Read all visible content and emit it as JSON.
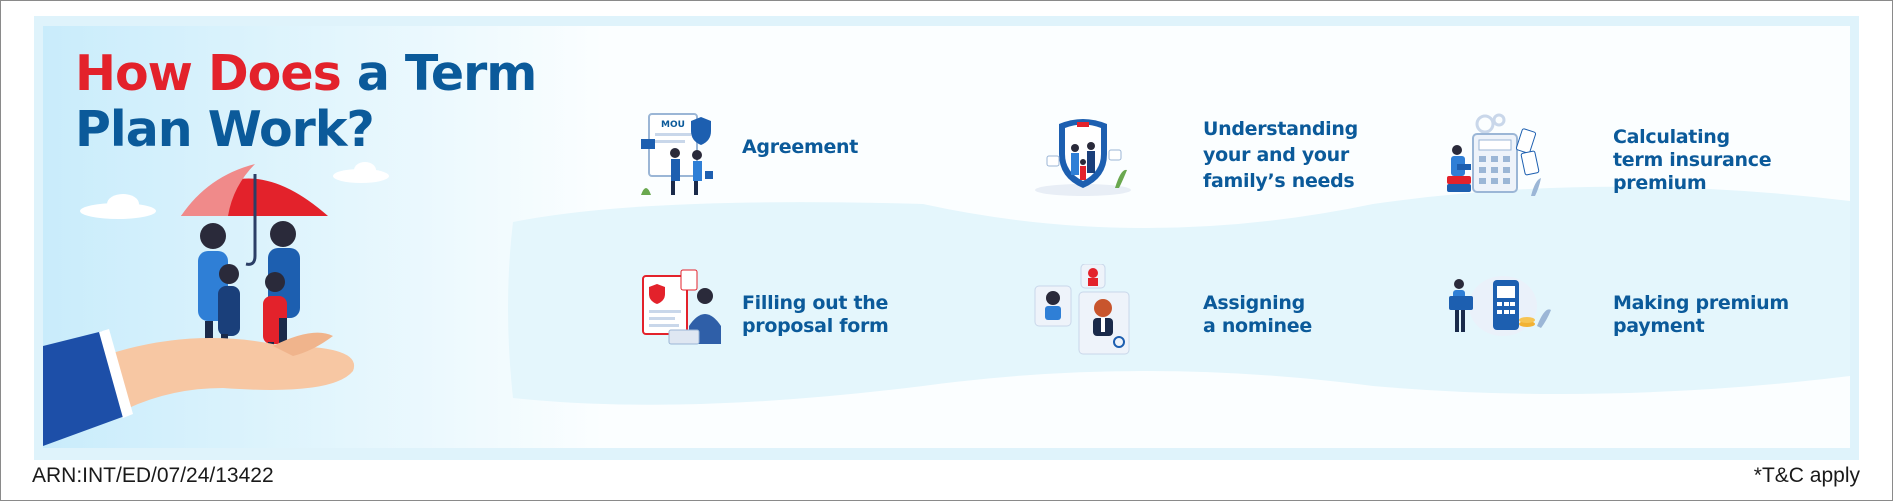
{
  "title": {
    "part_red": "How Does",
    "part_blue": "a Term",
    "line2": "Plan Work?"
  },
  "steps": [
    {
      "label_lines": [
        "Agreement"
      ],
      "icon": "agreement-icon"
    },
    {
      "label_lines": [
        "Understanding",
        "your and your",
        "family’s needs"
      ],
      "icon": "family-needs-icon"
    },
    {
      "label_lines": [
        "Calculating",
        "term insurance",
        "premium"
      ],
      "icon": "calculator-icon"
    },
    {
      "label_lines": [
        "Filling out the",
        "proposal form"
      ],
      "icon": "proposal-form-icon"
    },
    {
      "label_lines": [
        "Assigning",
        "a nominee"
      ],
      "icon": "nominee-icon"
    },
    {
      "label_lines": [
        "Making premium",
        "payment"
      ],
      "icon": "payment-icon"
    }
  ],
  "illustration_text": {
    "mou": "MOU"
  },
  "footer": {
    "arn": "ARN:INT/ED/07/24/13422",
    "tc": "*T&C apply"
  },
  "colors": {
    "red": "#e3222b",
    "blue": "#0b5a9a",
    "light_blue": "#dff3fb"
  }
}
